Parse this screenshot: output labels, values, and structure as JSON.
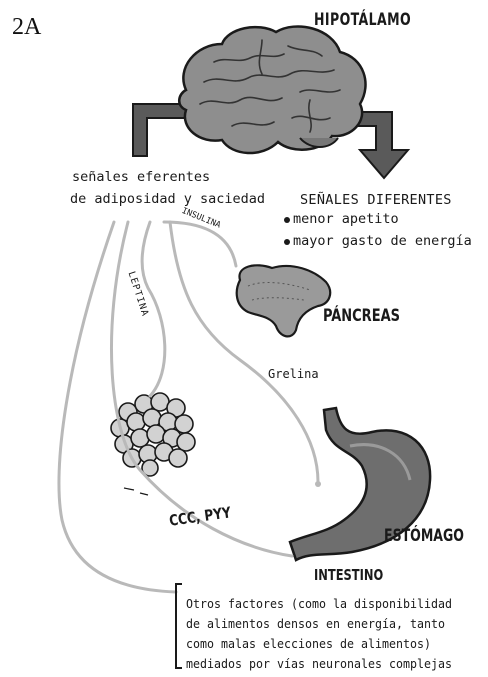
{
  "figure_label": "2A",
  "hypothalamus": {
    "title": "HIPOTÁLAMO"
  },
  "afferent_signals": {
    "line1": "señales eferentes",
    "line2": "de adiposidad y saciedad"
  },
  "efferent_signals": {
    "title": "SEÑALES DIFERENTES",
    "bullets": [
      "menor apetito",
      "mayor gasto de energía"
    ]
  },
  "hormones": {
    "insulina": "INSULINA",
    "leptina": "LEPTINA",
    "grelina": "Grelina",
    "ccc_pyy": "CCC, PYY"
  },
  "organs": {
    "pancreas": "PÁNCREAS",
    "estomago": "ESTÓMAGO",
    "intestino": "INTESTINO"
  },
  "other_factors": {
    "lines": [
      "Otros factores (como la disponibilidad",
      "de alimentos densos en energía, tanto",
      "como malas elecciones de alimentos)",
      "mediados por vías neuronales complejas"
    ]
  },
  "colors": {
    "ink": "#1a1a1a",
    "organ_gray": "#8e8e8e",
    "organ_light": "#c8c8c8",
    "arrow_gray": "#5a5a5a"
  }
}
